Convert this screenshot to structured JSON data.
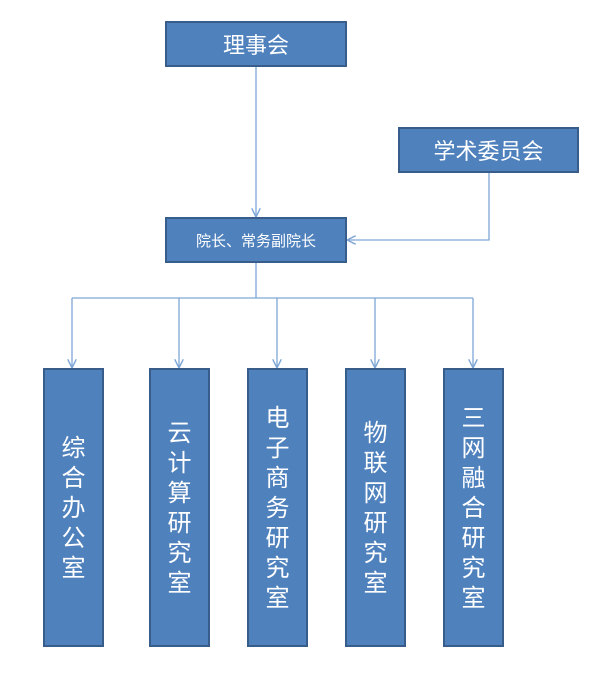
{
  "org_chart": {
    "board": "理事会",
    "committee": "学术委员会",
    "president": "院长、常务副院长",
    "departments": [
      "综合办公室",
      "云计算研究室",
      "电子商务研究室",
      "物联网研究室",
      "三网融合研究室"
    ]
  },
  "colors": {
    "box_fill": "#4f81bd",
    "box_border": "#385d8a",
    "connector": "#7ea6d6",
    "text": "#ffffff"
  }
}
